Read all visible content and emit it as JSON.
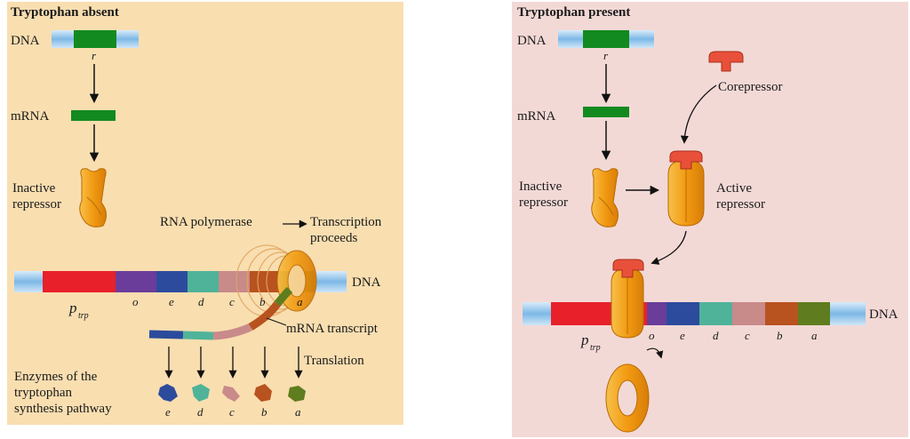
{
  "left": {
    "title": "Tryptophan absent",
    "dna_label": "DNA",
    "gene_r": "r",
    "mrna_label": "mRNA",
    "inactive_repressor": [
      "Inactive",
      "repressor"
    ],
    "rna_polymerase": "RNA polymerase",
    "transcription_proceeds": [
      "Transcription",
      "proceeds"
    ],
    "operon_dna_label": "DNA",
    "promoter_p": "p",
    "promoter_sub": "trp",
    "genes": [
      "o",
      "e",
      "d",
      "c",
      "b",
      "a"
    ],
    "mrna_transcript": "mRNA transcript",
    "translation": "Translation",
    "enzymes_caption": [
      "Enzymes of the",
      "tryptophan",
      "synthesis pathway"
    ],
    "enzymes": [
      "e",
      "d",
      "c",
      "b",
      "a"
    ]
  },
  "right": {
    "title": "Tryptophan present",
    "dna_label": "DNA",
    "gene_r": "r",
    "mrna_label": "mRNA",
    "corepressor": "Corepressor",
    "inactive_repressor": [
      "Inactive",
      "repressor"
    ],
    "active_repressor": [
      "Active",
      "repressor"
    ],
    "operon_dna_label": "DNA",
    "promoter_p": "p",
    "promoter_sub": "trp",
    "genes": [
      "o",
      "e",
      "d",
      "c",
      "b",
      "a"
    ]
  },
  "colors": {
    "panel_left_bg": "#f9deb0",
    "panel_right_bg": "#f3d9d6",
    "dna_blue": "#8ec4ec",
    "gene_r_green": "#138a1f",
    "promoter_red": "#e8202a",
    "operator_purple": "#6a3d9a",
    "gene_e_blue": "#2d4b9c",
    "gene_d_teal": "#4fb39a",
    "gene_c_pink": "#c98a8a",
    "gene_b_orange": "#b8521e",
    "gene_a_olive": "#5f7d1e",
    "repressor_orange": "#f2a51e",
    "corepressor_red": "#e8503a"
  }
}
